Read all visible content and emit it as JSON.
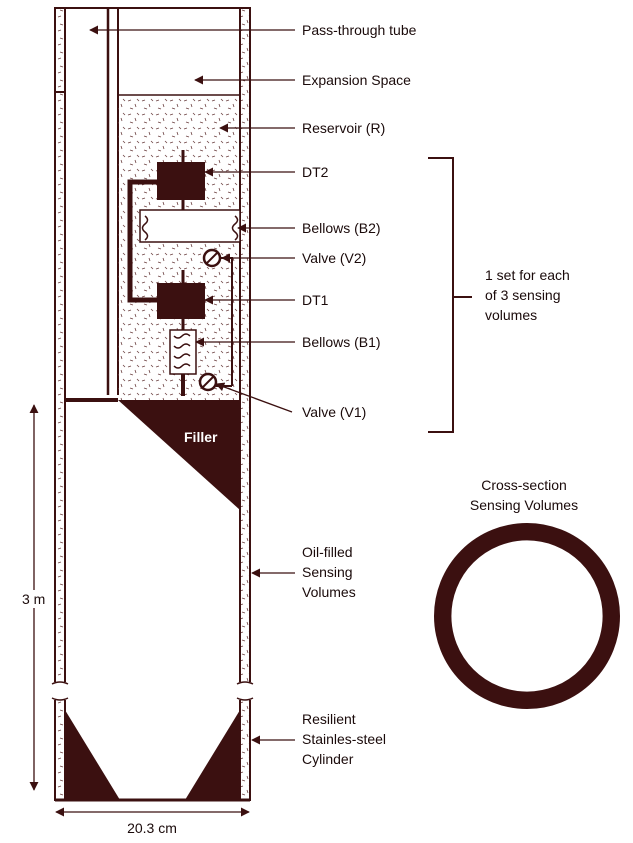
{
  "colors": {
    "ink": "#3b1010",
    "paper": "#ffffff",
    "label_text": "#1a0a0a"
  },
  "labels": {
    "pass_through_tube": "Pass-through tube",
    "expansion_space": "Expansion Space",
    "reservoir": "Reservoir (R)",
    "dt2": "DT2",
    "bellows_b2": "Bellows (B2)",
    "valve_v2": "Valve (V2)",
    "dt1": "DT1",
    "bellows_b1": "Bellows (B1)",
    "valve_v1": "Valve (V1)",
    "set_line1": "1 set for each",
    "set_line2": "of 3 sensing",
    "set_line3": "volumes",
    "filler": "Filler",
    "oil_line1": "Oil-filled",
    "oil_line2": "Sensing",
    "oil_line3": "Volumes",
    "resilient_line1": "Resilient",
    "resilient_line2": "Stainles-steel",
    "resilient_line3": "Cylinder",
    "cross_line1": "Cross-section",
    "cross_line2": "Sensing Volumes",
    "height": "3 m",
    "width": "20.3 cm"
  }
}
